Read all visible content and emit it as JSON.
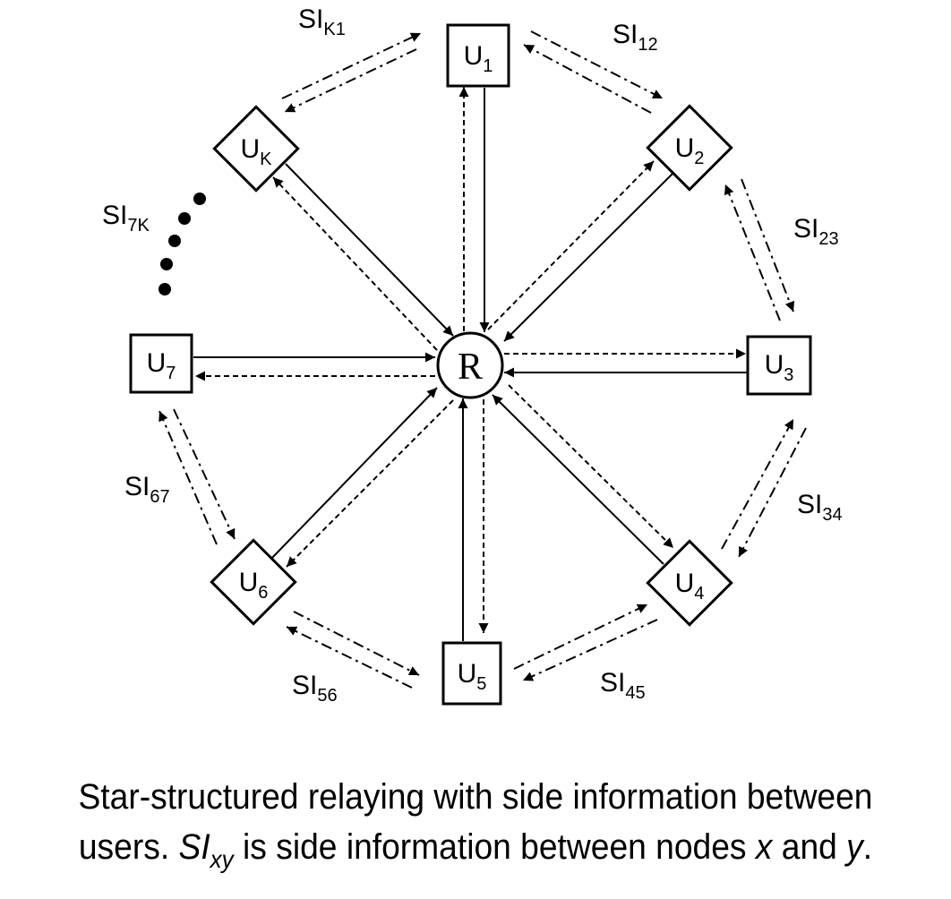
{
  "relay": {
    "label": "R"
  },
  "users": [
    {
      "id": "1",
      "main": "U",
      "sub": "1"
    },
    {
      "id": "2",
      "main": "U",
      "sub": "2"
    },
    {
      "id": "3",
      "main": "U",
      "sub": "3"
    },
    {
      "id": "4",
      "main": "U",
      "sub": "4"
    },
    {
      "id": "5",
      "main": "U",
      "sub": "5"
    },
    {
      "id": "6",
      "main": "U",
      "sub": "6"
    },
    {
      "id": "7",
      "main": "U",
      "sub": "7"
    },
    {
      "id": "K",
      "main": "U",
      "sub": "K"
    }
  ],
  "side_info": [
    {
      "main": "SI",
      "sub": "12"
    },
    {
      "main": "SI",
      "sub": "23"
    },
    {
      "main": "SI",
      "sub": "34"
    },
    {
      "main": "SI",
      "sub": "45"
    },
    {
      "main": "SI",
      "sub": "56"
    },
    {
      "main": "SI",
      "sub": "67"
    },
    {
      "main": "SI",
      "sub": "7K"
    },
    {
      "main": "SI",
      "sub": "K1"
    }
  ],
  "caption": {
    "line1": "Star-structured relaying with side information between",
    "line2_part1": "users. ",
    "line2_si": "SI",
    "line2_xy": "xy",
    "line2_part2": " is side information between nodes ",
    "line2_x": "x",
    "line2_and": " and ",
    "line2_y": "y",
    "line2_end": "."
  }
}
